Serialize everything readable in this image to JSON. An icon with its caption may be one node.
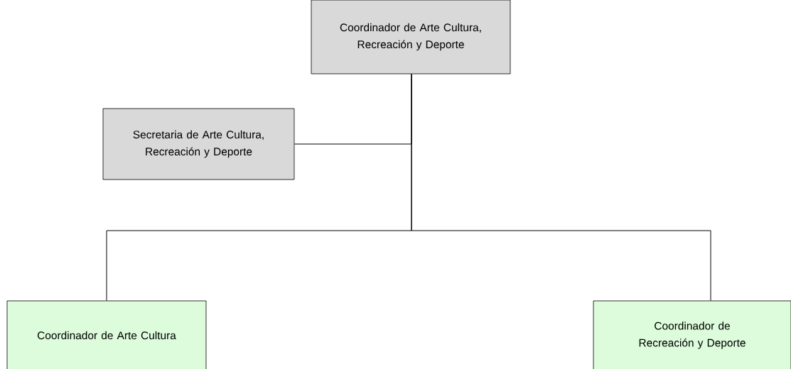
{
  "diagram": {
    "nodes": [
      {
        "text": [
          "Coordinador de Arte Cultura, Recreación y Deporte"
        ]
      },
      {
        "text": [
          "Secretaria de Arte Cultura, Recreación y Deporte"
        ]
      },
      {
        "text": [
          "Coordinador de Arte Cultura"
        ]
      },
      {
        "text": [
          "Coordinador de Recreación y Deporte"
        ]
      }
    ],
    "edges": [
      {
        "from": 0,
        "to": 1,
        "arrow": "none"
      },
      {
        "from": 0,
        "to": 2,
        "arrow": "none"
      },
      {
        "from": 0,
        "to": 3,
        "arrow": "none"
      }
    ]
  }
}
